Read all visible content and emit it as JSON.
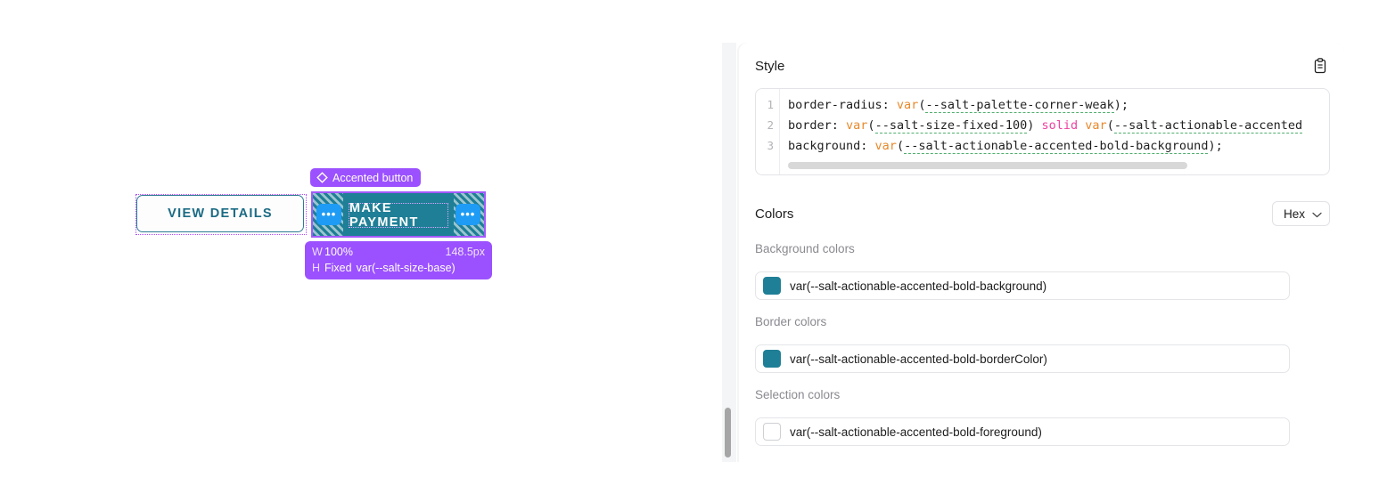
{
  "stage": {
    "secondary_button": {
      "label": "VIEW DETAILS"
    },
    "accented_button": {
      "label": "MAKE PAYMENT",
      "handle_left": "•••",
      "handle_right": "•••"
    },
    "badge": {
      "label": "Accented button",
      "icon": "diamond-component-icon",
      "color": "#9b51ff"
    },
    "size_tooltip": {
      "width_key": "W",
      "width_mode": "100%",
      "width_value": "148.5px",
      "height_key": "H",
      "height_mode": "Fixed",
      "height_value": "var(--salt-size-base)"
    }
  },
  "panel": {
    "style": {
      "title": "Style",
      "copy_icon": "clipboard-icon",
      "code": {
        "line_numbers": [
          "1",
          "2",
          "3"
        ],
        "lines": [
          {
            "num": "1",
            "segments": [
              {
                "text": "border-radius: ",
                "type": "plain"
              },
              {
                "text": "var",
                "type": "var"
              },
              {
                "text": "(",
                "type": "plain"
              },
              {
                "text": "--salt-palette-corner-weak",
                "type": "name"
              },
              {
                "text": ");",
                "type": "plain"
              }
            ]
          },
          {
            "num": "2",
            "segments": [
              {
                "text": "border: ",
                "type": "plain"
              },
              {
                "text": "var",
                "type": "var"
              },
              {
                "text": "(",
                "type": "plain"
              },
              {
                "text": "--salt-size-fixed-100",
                "type": "name"
              },
              {
                "text": ") ",
                "type": "plain"
              },
              {
                "text": "solid",
                "type": "kw"
              },
              {
                "text": " ",
                "type": "plain"
              },
              {
                "text": "var",
                "type": "var"
              },
              {
                "text": "(",
                "type": "plain"
              },
              {
                "text": "--salt-actionable-accented",
                "type": "name"
              }
            ]
          },
          {
            "num": "3",
            "segments": [
              {
                "text": "background: ",
                "type": "plain"
              },
              {
                "text": "var",
                "type": "var"
              },
              {
                "text": "(",
                "type": "plain"
              },
              {
                "text": "--salt-actionable-accented-bold-background",
                "type": "name"
              },
              {
                "text": ");",
                "type": "plain"
              }
            ]
          }
        ],
        "hscroll_thumb_percent": 75
      }
    },
    "colors": {
      "title": "Colors",
      "format_select": {
        "value": "Hex",
        "chevron": "chevron-down-icon"
      },
      "groups": [
        {
          "label": "Background colors",
          "swatch_hex": "#1f7f96",
          "value": "var(--salt-actionable-accented-bold-background)"
        },
        {
          "label": "Border colors",
          "swatch_hex": "#1f7f96",
          "value": "var(--salt-actionable-accented-bold-borderColor)"
        },
        {
          "label": "Selection colors",
          "swatch_hex": "#ffffff",
          "value": "var(--salt-actionable-accented-bold-foreground)"
        }
      ]
    },
    "scrollbar": {
      "orientation": "vertical"
    }
  }
}
